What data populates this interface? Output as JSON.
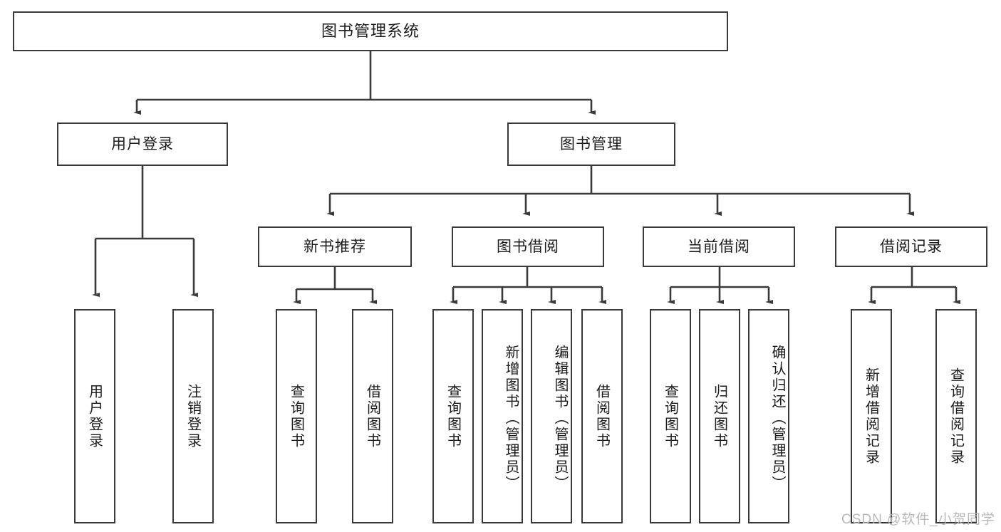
{
  "diagram": {
    "type": "tree",
    "title": "图书管理系统",
    "orientation": "top-down",
    "colors": {
      "background": "#ffffff",
      "box_border": "#3a3a3a",
      "box_fill": "#ffffff",
      "edge": "#3a3a3a",
      "text": "#1b1b1b",
      "watermark": "#b9b9b9"
    }
  },
  "nodes": {
    "root": {
      "label": "图书管理系统"
    },
    "level2": [
      {
        "label": "用户登录"
      },
      {
        "label": "图书管理"
      }
    ],
    "level3": [
      {
        "label": "新书推荐"
      },
      {
        "label": "图书借阅"
      },
      {
        "label": "当前借阅"
      },
      {
        "label": "借阅记录"
      }
    ],
    "leaves": {
      "user_login": [
        {
          "label": "用户登录"
        },
        {
          "label": "注销登录"
        }
      ],
      "new_book": [
        {
          "label": "查询图书"
        },
        {
          "label": "借阅图书"
        }
      ],
      "book_borrow": [
        {
          "label": "查询图书"
        },
        {
          "label": "新增图书（管理员）"
        },
        {
          "label": "编辑图书（管理员）"
        },
        {
          "label": "借阅图书"
        }
      ],
      "current_borrow": [
        {
          "label": "查询图书"
        },
        {
          "label": "归还图书"
        },
        {
          "label": "确认归还（管理员）"
        }
      ],
      "borrow_record": [
        {
          "label": "新增借阅记录"
        },
        {
          "label": "查询借阅记录"
        }
      ]
    }
  },
  "watermark": {
    "text": "CSDN @软件_小贺同学"
  }
}
